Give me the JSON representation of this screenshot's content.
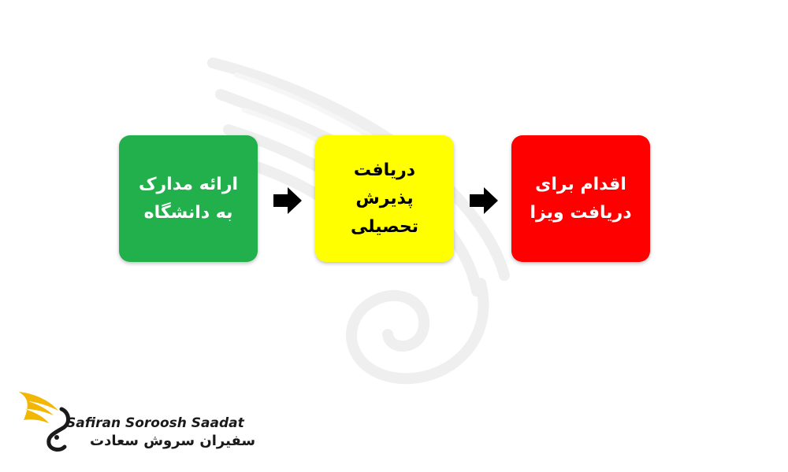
{
  "steps": [
    {
      "label": "ارائه مدارک\nبه دانشگاه",
      "color": "#21b04b",
      "text_color": "#ffffff"
    },
    {
      "label": "دریافت\nپذیرش\nتحصیلی",
      "color": "#ffff00",
      "text_color": "#000000"
    },
    {
      "label": "اقدام برای\nدریافت ویزا",
      "color": "#ff0000",
      "text_color": "#ffffff"
    }
  ],
  "arrows": [
    {
      "icon": "right-arrow-icon",
      "color": "#000000"
    },
    {
      "icon": "right-arrow-icon",
      "color": "#000000"
    }
  ],
  "watermark": {
    "icon": "wing-swirl-watermark",
    "color": "#f1f1f1"
  },
  "logo": {
    "name_en": "Safiran Soroosh Saadat",
    "name_fa": "سفیران سروش سعادت",
    "icon": "golden-wing-logo",
    "accent_color": "#f2b705"
  }
}
